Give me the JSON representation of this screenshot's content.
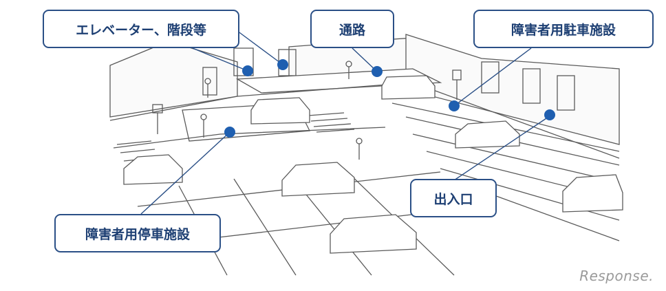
{
  "colors": {
    "accent": "#2a4f86",
    "marker": "#1f5fb0",
    "line": "#555555",
    "watermark": "#9a9a9a"
  },
  "labels": {
    "elevator_stairs": "エレベーター、階段等",
    "passage": "通路",
    "accessible_parking": "障害者用駐車施設",
    "entrance_exit": "出入口",
    "accessible_stopping": "障害者用停車施設"
  },
  "watermark": "Response."
}
